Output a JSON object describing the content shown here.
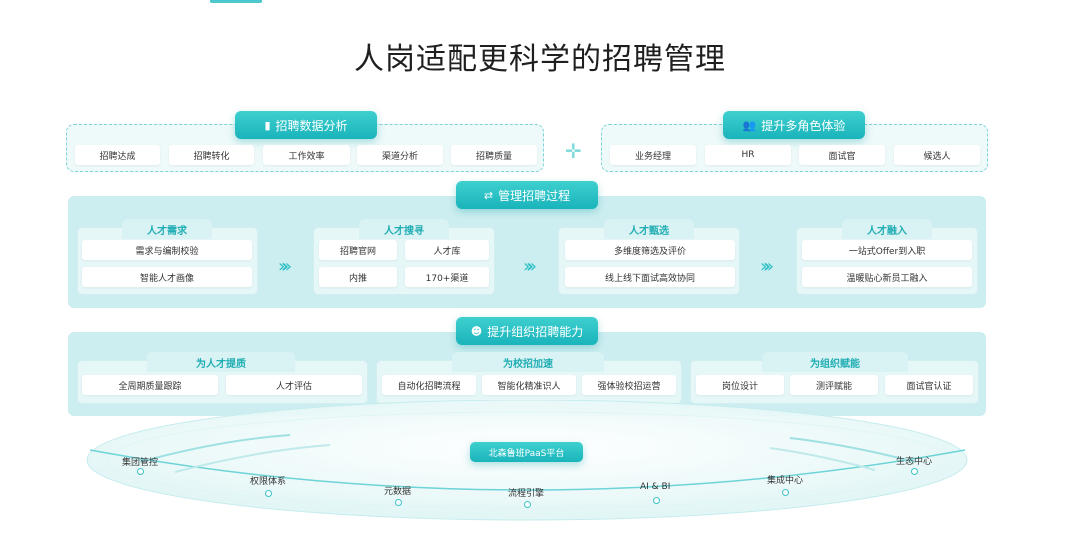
{
  "title": "人岗适配更科学的招聘管理",
  "analysis": {
    "header": "招聘数据分析",
    "icon": "bar-chart-icon",
    "items": [
      "招聘达成",
      "招聘转化",
      "工作效率",
      "渠道分析",
      "招聘质量"
    ]
  },
  "roles": {
    "header": "提升多角色体验",
    "icon": "users-icon",
    "items": [
      "业务经理",
      "HR",
      "面试官",
      "候选人"
    ]
  },
  "process": {
    "header": "管理招聘过程",
    "icon": "flow-icon",
    "stages": [
      {
        "title": "人才需求",
        "items": [
          "需求与编制校验",
          "智能人才画像"
        ]
      },
      {
        "title": "人才搜寻",
        "items": [
          "招聘官网",
          "人才库",
          "内推",
          "170+渠道"
        ]
      },
      {
        "title": "人才甄选",
        "items": [
          "多维度筛选及评价",
          "线上线下面试高效协同"
        ]
      },
      {
        "title": "人才融入",
        "items": [
          "一站式Offer到入职",
          "温暖贴心新员工融入"
        ]
      }
    ]
  },
  "capability": {
    "header": "提升组织招聘能力",
    "icon": "org-icon",
    "groups": [
      {
        "title": "为人才提质",
        "items": [
          "全周期质量跟踪",
          "人才评估"
        ]
      },
      {
        "title": "为校招加速",
        "items": [
          "自动化招聘流程",
          "智能化精准识人",
          "强体验校招运营"
        ]
      },
      {
        "title": "为组织赋能",
        "items": [
          "岗位设计",
          "测评赋能",
          "面试官认证"
        ]
      }
    ]
  },
  "platform": {
    "label": "北森鲁班PaaS平台",
    "nodes": [
      "集团管控",
      "权限体系",
      "元数据",
      "流程引擎",
      "AI & BI",
      "集成中心",
      "生态中心"
    ]
  },
  "colors": {
    "accent": "#1fb7bd",
    "panel": "#cdeef0",
    "title": "#1f1f1f"
  }
}
